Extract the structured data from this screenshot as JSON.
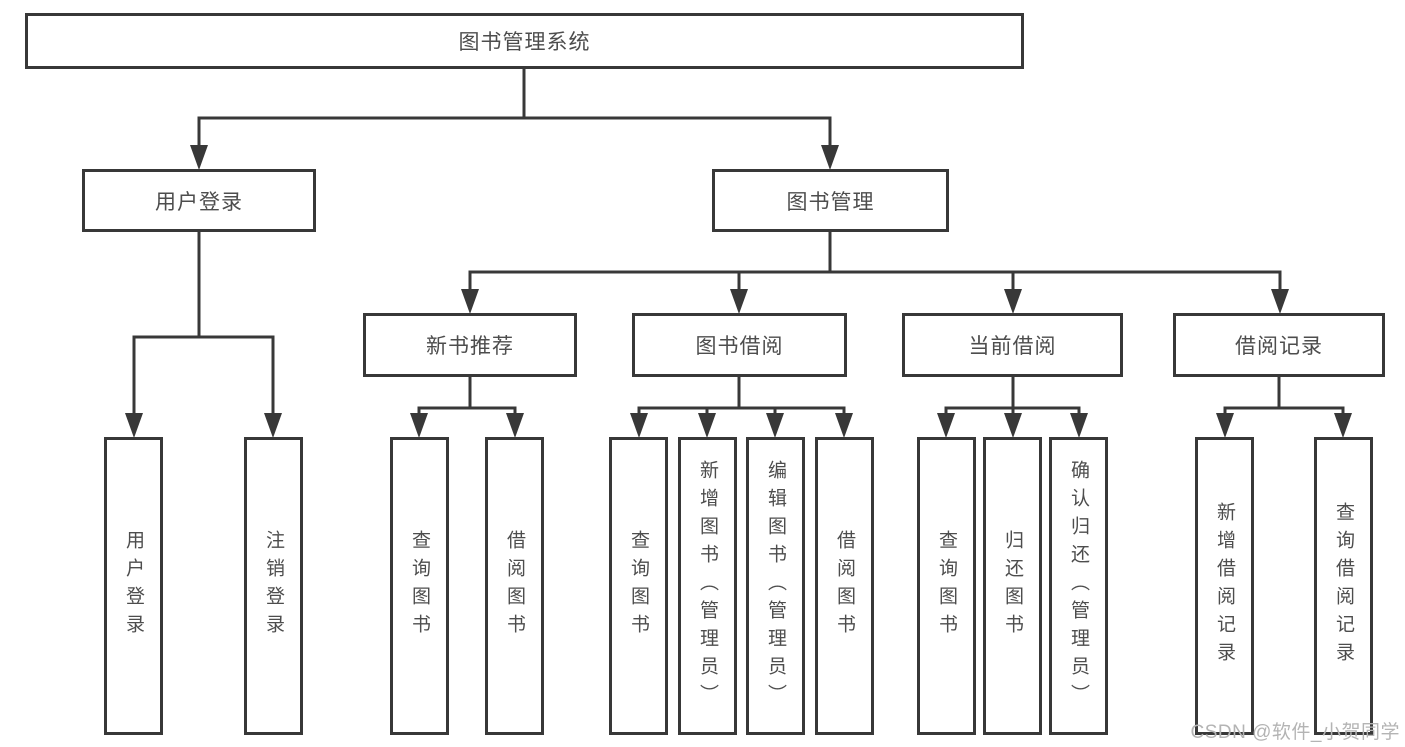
{
  "diagram_title": "图书管理系统",
  "nodes": {
    "root": "图书管理系统",
    "level2": [
      "用户登录",
      "图书管理"
    ],
    "level3": [
      "新书推荐",
      "图书借阅",
      "当前借阅",
      "借阅记录"
    ],
    "leaves": [
      "用户登录",
      "注销登录",
      "查询图书",
      "借阅图书",
      "查询图书",
      "新增图书（管理员）",
      "编辑图书（管理员）",
      "借阅图书",
      "查询图书",
      "归还图书",
      "确认归还（管理员）",
      "新增借阅记录",
      "查询借阅记录"
    ]
  },
  "hierarchy": {
    "图书管理系统": [
      "用户登录",
      "图书管理"
    ],
    "用户登录": [
      "用户登录",
      "注销登录"
    ],
    "图书管理": [
      "新书推荐",
      "图书借阅",
      "当前借阅",
      "借阅记录"
    ],
    "新书推荐": [
      "查询图书",
      "借阅图书"
    ],
    "图书借阅": [
      "查询图书",
      "新增图书（管理员）",
      "编辑图书（管理员）",
      "借阅图书"
    ],
    "当前借阅": [
      "查询图书",
      "归还图书",
      "确认归还（管理员）"
    ],
    "借阅记录": [
      "新增借阅记录",
      "查询借阅记录"
    ]
  },
  "watermark": "CSDN @软件_小贺同学",
  "colors": {
    "line": "#383838",
    "text": "#4d4d4d",
    "watermark": "#b4b4b4",
    "background": "#ffffff"
  }
}
